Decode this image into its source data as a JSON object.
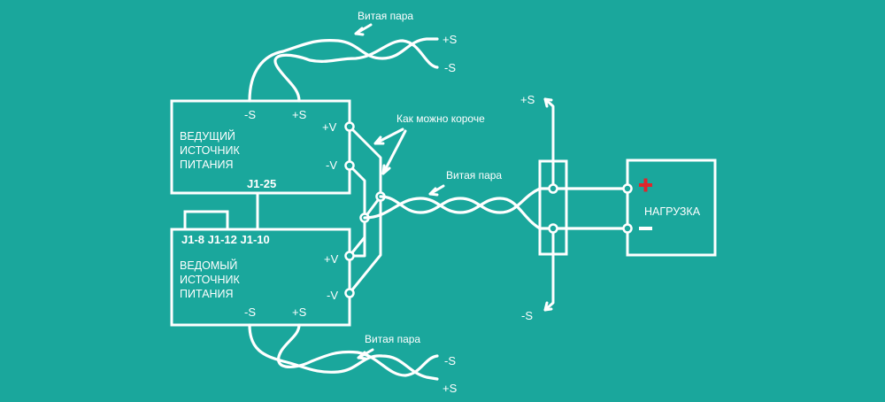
{
  "colors": {
    "background": "#1aa79c",
    "lines": "#ffffff",
    "plus_sign": "#e0262c"
  },
  "labels": {
    "twisted_pair_top": "Витая пара",
    "twisted_pair_mid": "Витая пара",
    "twisted_pair_bottom": "Витая пара",
    "as_short_as_possible": "Как можно короче"
  },
  "master": {
    "line1": "ВЕДУЩИЙ",
    "line2": "ИСТОЧНИК",
    "line3": "ПИТАНИЯ",
    "connector": "J1-25",
    "sense_minus": "-S",
    "sense_plus": "+S",
    "out_plus": "+V",
    "out_minus": "-V"
  },
  "slave": {
    "connectors": "J1-8 J1-12 J1-10",
    "line1": "ВЕДОМЫЙ",
    "line2": "ИСТОЧНИК",
    "line3": "ПИТАНИЯ",
    "sense_minus": "-S",
    "sense_plus": "+S",
    "out_plus": "+V",
    "out_minus": "-V"
  },
  "top_pair_ends": {
    "plus": "+S",
    "minus": "-S"
  },
  "bottom_pair_ends": {
    "minus": "-S",
    "plus": "+S"
  },
  "load_sense": {
    "plus": "+S",
    "minus": "-S"
  },
  "load": {
    "label": "НАГРУЗКА",
    "plus_icon": "plus-sign",
    "minus_icon": "minus-sign"
  }
}
